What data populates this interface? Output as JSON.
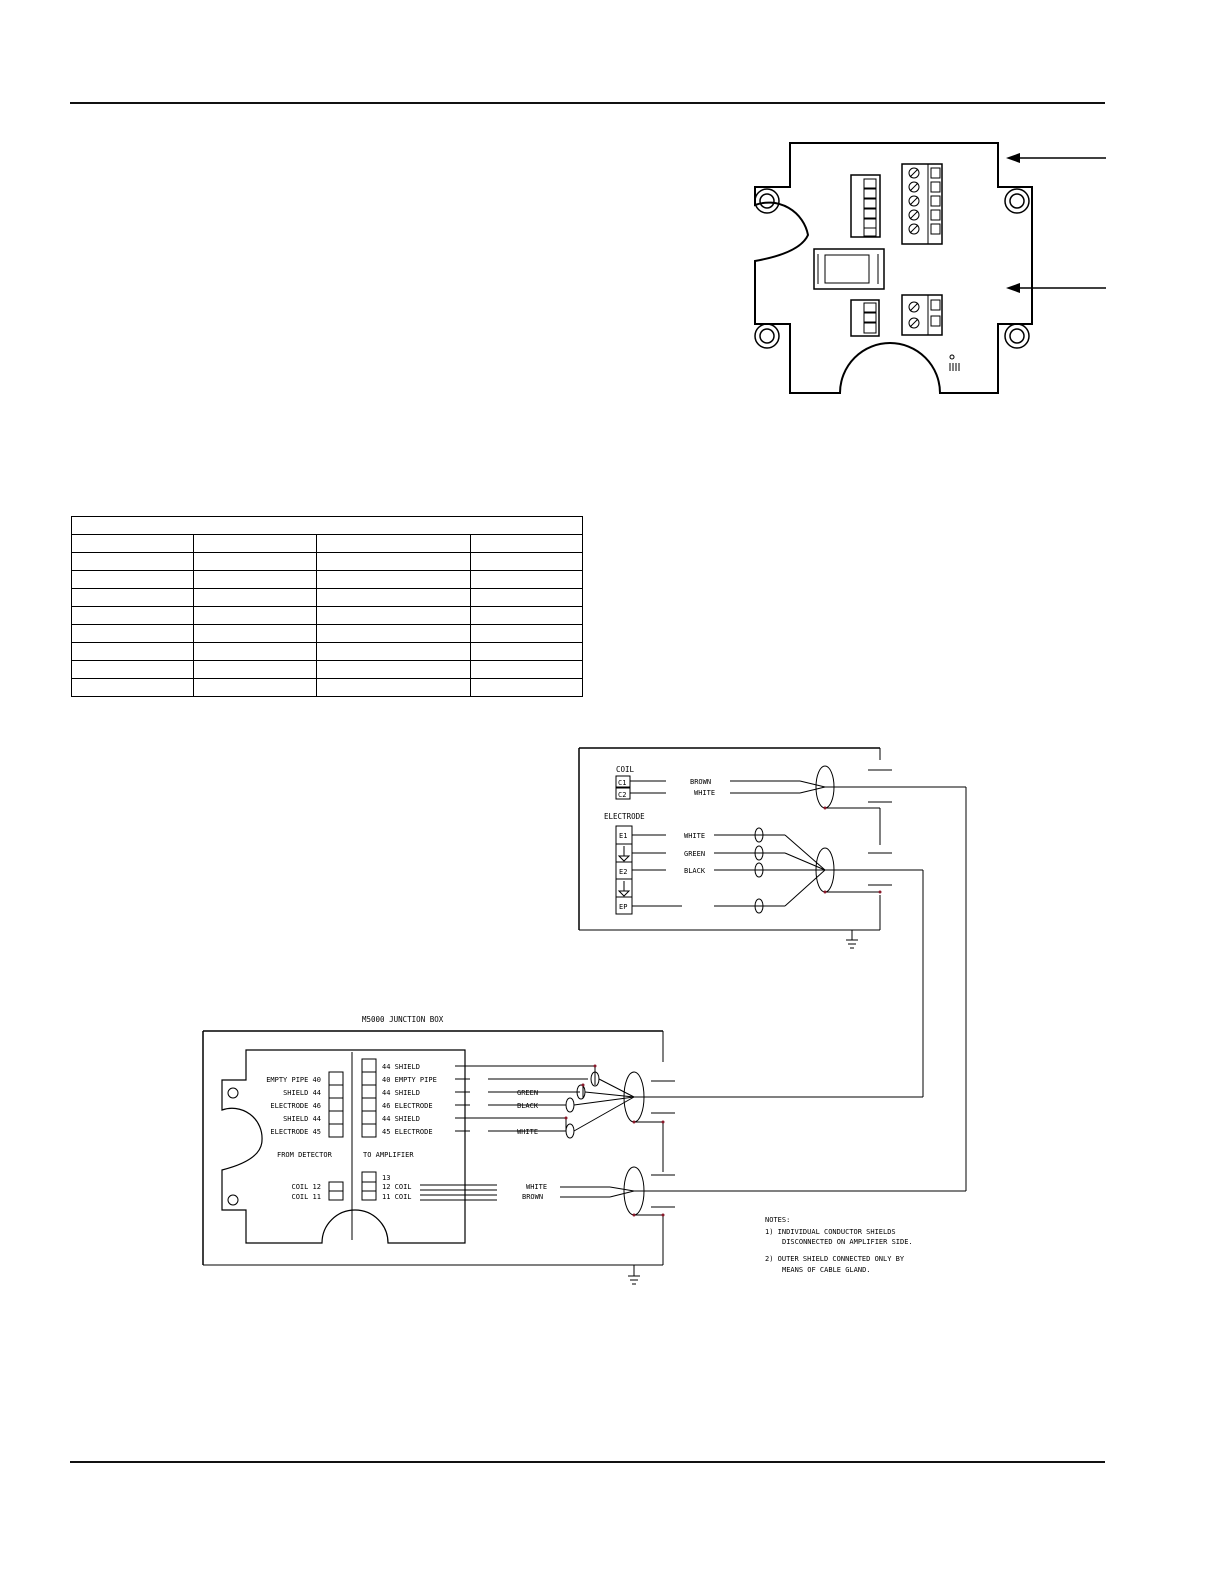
{
  "sensor_block": {
    "coil_title": "COIL",
    "coil_terminals": [
      "C1",
      "C2"
    ],
    "coil_wires": [
      "BROWN",
      "WHITE"
    ],
    "electrode_title": "ELECTRODE",
    "electrode_terminals": [
      "E1",
      "",
      "E2",
      "",
      "EP"
    ],
    "electrode_wires": [
      "WHITE",
      "GREEN",
      "BLACK"
    ]
  },
  "junction_box": {
    "title": "M5000 JUNCTION BOX",
    "left_terminals": [
      "EMPTY PIPE  40",
      "SHIELD  44",
      "ELECTRODE  46",
      "SHIELD  44",
      "ELECTRODE  45"
    ],
    "right_terminals": [
      "44 SHIELD",
      "40 EMPTY PIPE",
      "44 SHIELD",
      "46 ELECTRODE",
      "44 SHIELD",
      "45 ELECTRODE"
    ],
    "from_detector": "FROM DETECTOR",
    "to_amplifier": "TO AMPLIFIER",
    "coil_left": [
      "COIL  12",
      "COIL  11"
    ],
    "coil_right": [
      "13",
      "12 COIL",
      "11 COIL"
    ],
    "signal_wires": [
      "GREEN",
      "BLACK",
      "WHITE"
    ],
    "coil_wires": [
      "WHITE",
      "BROWN"
    ]
  },
  "notes": {
    "title": "NOTES:",
    "note1_line1": "1) INDIVIDUAL CONDUCTOR SHIELDS",
    "note1_line2": "DISCONNECTED ON AMPLIFIER SIDE.",
    "note2_line1": "2) OUTER SHIELD CONNECTED ONLY BY",
    "note2_line2": "MEANS OF CABLE GLAND."
  },
  "table": {
    "rows": 9,
    "columns": 4
  }
}
